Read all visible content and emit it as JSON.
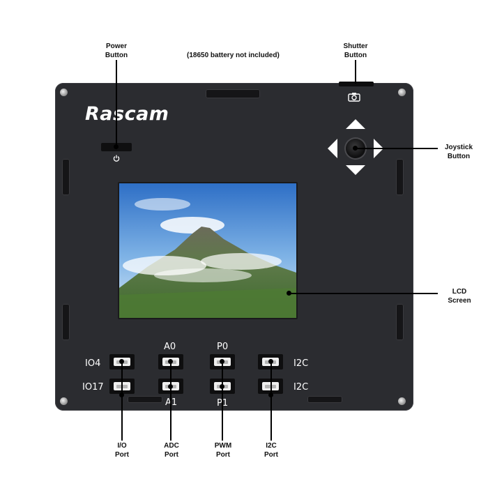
{
  "callouts": {
    "power": "Power\nButton",
    "shutter": "Shutter\nButton",
    "joystick": "Joystick\nButton",
    "lcd": "LCD\nScreen",
    "io": "I/O\nPort",
    "adc": "ADC\nPort",
    "pwm": "PWM\nPort",
    "i2c": "I2C\nPort"
  },
  "battery_note": "(18650 battery not included)",
  "brand": "Rascam",
  "ports": {
    "io4": "IO4",
    "io17": "IO17",
    "a0": "A0",
    "a1": "A1",
    "p0": "P0",
    "p1": "P1",
    "i2c_top": "I2C",
    "i2c_bottom": "I2C"
  },
  "icons": {
    "power": "power-icon",
    "camera": "camera-icon",
    "joystick_arrows": "arrow-triangles"
  },
  "colors": {
    "board": "#2b2c30",
    "leader": "#000000",
    "label": "#111111",
    "board_text": "#ffffff",
    "sky": "#4f8fd8",
    "mountain": "#5e7a4a"
  }
}
